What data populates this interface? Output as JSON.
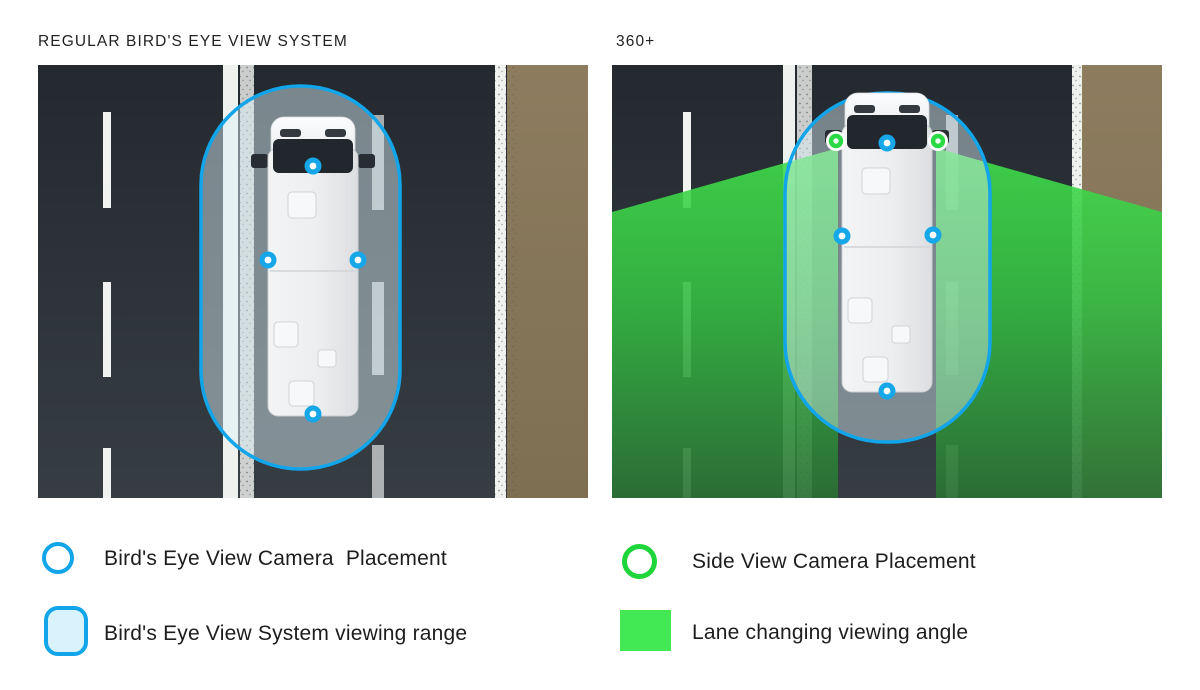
{
  "titles": {
    "left": "REGULAR BIRD'S EYE VIEW SYSTEM",
    "right": "360+"
  },
  "legend": {
    "left": [
      {
        "swatch": "blue-circle-outline",
        "label": "Bird's Eye View Camera  Placement"
      },
      {
        "swatch": "blue-rounded-rect",
        "label": "Bird's Eye View System viewing range"
      }
    ],
    "right": [
      {
        "swatch": "green-circle-outline",
        "label": "Side View Camera Placement"
      },
      {
        "swatch": "green-filled-square",
        "label": "Lane changing viewing angle"
      }
    ]
  },
  "diagram": {
    "left_panel": {
      "vehicle": "white van, top view, driving on middle lane",
      "birds_eye_cameras": [
        "front-center",
        "left-side",
        "right-side",
        "rear-center"
      ],
      "viewing_range": "blue stadium-shaped oval surrounding the vehicle"
    },
    "right_panel": {
      "vehicle": "white van, top view, driving on middle lane",
      "birds_eye_cameras": [
        "front-center",
        "left-side",
        "right-side",
        "rear-center"
      ],
      "side_view_cameras": [
        "front-left-mirror",
        "front-right-mirror"
      ],
      "lane_changing_viewing_angle": "two green wedges spreading rearward from the mirror cameras over the adjacent lanes"
    }
  },
  "colors": {
    "accent_blue": "#12a5e9",
    "camera_dot_blue": "#16a7e9",
    "side_camera_green": "#2ada44",
    "legend_green_ring": "#1ed53a",
    "lane_angle_green_top": "#40e04b",
    "lane_angle_green_bottom": "#2a7134",
    "viewing_range_fill": "#d8f3fb",
    "road": "#272d33",
    "shoulder": "#8d7c5e"
  }
}
